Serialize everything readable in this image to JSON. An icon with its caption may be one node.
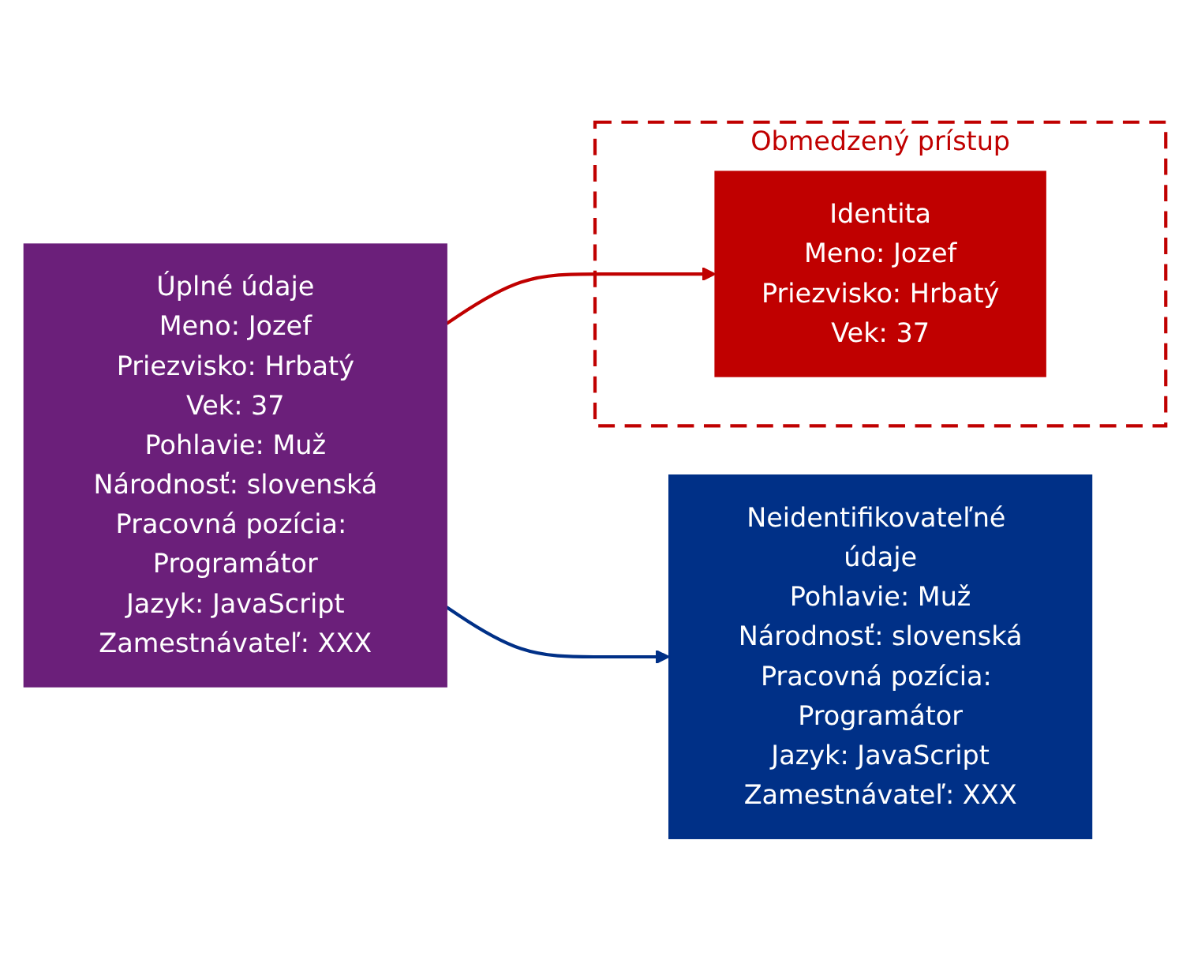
{
  "diagram": {
    "nodes": [
      {
        "text": [
          "Úplné údaje",
          "Meno: Jozef",
          "Priezvisko: Hrbatý",
          "Vek: 37",
          "Pohlavie: Muž",
          "Národnosť: slovenská",
          "Pracovná pozícia: Programátor",
          "Jazyk: JavaScript",
          "Zamestnávateľ: XXX"
        ]
      },
      {
        "text": [
          "Obmedzený prístup"
        ]
      },
      {
        "text": [
          "Identita",
          "Meno: Jozef",
          "Priezvisko: Hrbatý",
          "Vek: 37"
        ],
        "in": 1
      },
      {
        "text": [
          "Neidentifikovateľné údaje",
          "Pohlavie: Muž",
          "Národnosť: slovenská",
          "Pracovná pozícia: Programátor",
          "Jazyk: JavaScript",
          "Zamestnávateľ: XXX"
        ]
      }
    ],
    "edges": [
      {
        "from": 0,
        "to": 2,
        "arrow": "to",
        "color": "#c00000"
      },
      {
        "from": 0,
        "to": 3,
        "arrow": "to",
        "color": "#003087"
      }
    ]
  }
}
